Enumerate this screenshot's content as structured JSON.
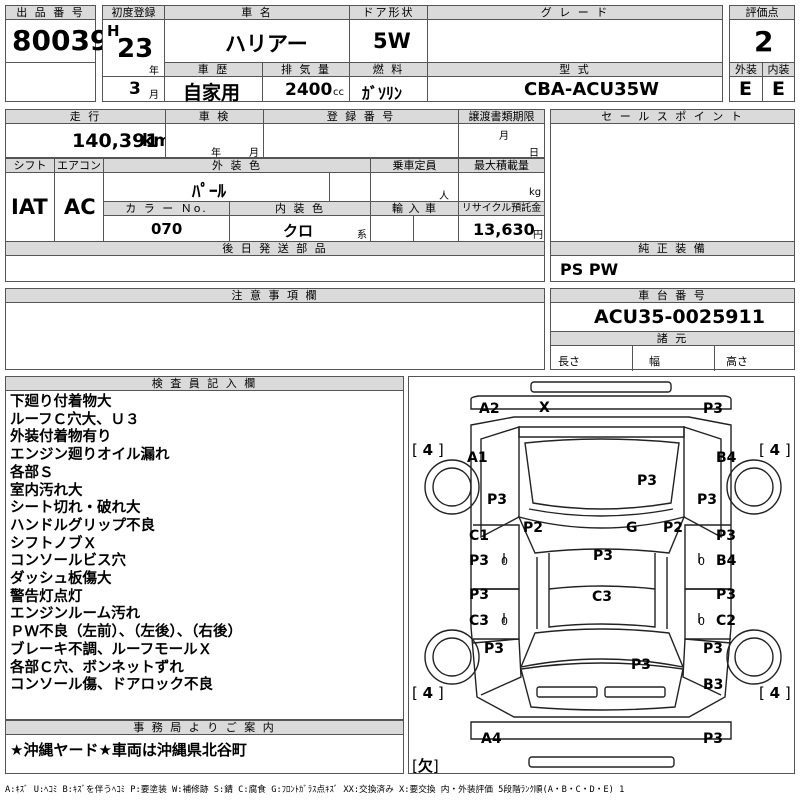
{
  "header": {
    "lot_label": "出 品 番 号",
    "lot": "80039",
    "first_reg_label": "初度登録",
    "era": "H",
    "year": "23",
    "year_unit": "年",
    "month": "3",
    "month_unit": "月",
    "name_label": "車 名",
    "name": "ハリアー",
    "door_label": "ドア形状",
    "door": "5W",
    "grade_label": "グ レ ー ド",
    "grade": "",
    "score_label": "評価点",
    "score": "2",
    "history_label": "車 歴",
    "history": "自家用",
    "displacement_label": "排 気 量",
    "displacement": "2400",
    "displacement_unit": "cc",
    "fuel_label": "燃 料",
    "fuel": "ｶﾞｿﾘﾝ",
    "model_label": "型 式",
    "model": "CBA-ACU35W",
    "ext_label": "外装",
    "ext": "E",
    "int_label": "内装",
    "int": "E"
  },
  "row2": {
    "mileage_label": "走 行",
    "mileage": "140,391",
    "mileage_unit": "km",
    "inspection_label": "車 検",
    "insp_year_unit": "年",
    "insp_month_unit": "月",
    "reg_label": "登 録 番 号",
    "transfer_label": "譲渡書類期限",
    "transfer_month_unit": "月",
    "transfer_day_unit": "日",
    "sales_point_label": "セ ー ル ス ポ イ ン ト"
  },
  "row3": {
    "shift_label": "シフト",
    "shift": "IAT",
    "ac_label": "エアコン",
    "ac": "AC",
    "color_label": "外 装 色",
    "color": "ﾊﾟｰﾙ",
    "capacity_label": "乗車定員",
    "capacity_unit": "人",
    "load_label": "最大積載量",
    "load_unit": "kg",
    "color_no_label": "カ ラ ー Ｎo.",
    "color_no": "070",
    "int_color_label": "内 装 色",
    "int_color": "クロ",
    "int_color_unit": "系",
    "import_label": "輸 入 車",
    "recycle_label": "リサイクル預託金",
    "recycle": "13,630",
    "recycle_unit": "円"
  },
  "parts_label": "後 日 発 送 部 品",
  "genuine_label": "純 正 装 備",
  "genuine": "PS PW",
  "notes_label": "注 意 事 項 欄",
  "chassis_label": "車 台 番 号",
  "chassis": "ACU35-0025911",
  "specs_label": "諸 元",
  "length_label": "長さ",
  "width_label": "幅",
  "height_label": "高さ",
  "inspector_label": "検 査 員 記 入 欄",
  "inspector_remarks": [
    "下廻り付着物大",
    "ルーフＣ穴大、Ｕ３",
    "外装付着物有り",
    "エンジン廻りオイル漏れ",
    "各部Ｓ",
    "室内汚れ大",
    "シート切れ・破れ大",
    "ハンドルグリップ不良",
    "シフトノブＸ",
    "コンソールビス穴",
    "ダッシュ板傷大",
    "警告灯点灯",
    "エンジンルーム汚れ",
    "ＰＷ不良（左前）、（左後）、（右後）",
    "ブレーキ不調、ルーフモールＸ",
    "各部Ｃ穴、ボンネットずれ",
    "コンソール傷、ドアロック不良"
  ],
  "office_label": "事 務 局 よ り ご 案 内",
  "office_note": "★沖縄ヤード★車両は沖縄県北谷町",
  "diagram": {
    "marks": {
      "a2": "A2",
      "x_front": "X",
      "p3_fr": "P3",
      "tire_fl": "4",
      "tire_fr": "4",
      "tire_rl": "4",
      "tire_rr": "4",
      "a1": "A1",
      "b4_r": "B4",
      "p3_hood": "P3",
      "p3_lf": "P3",
      "p3_rf": "P3",
      "p2_l": "P2",
      "g": "G",
      "p2_r": "P2",
      "c1": "C1",
      "p3_ld": "P3",
      "zero_l1": "0",
      "p3_roof": "P3",
      "zero_r1": "0",
      "p3_rd": "P3",
      "b4_rd": "B4",
      "p3_lr": "P3",
      "c3_l": "C3",
      "zero_l2": "0",
      "c3_c": "C3",
      "zero_r2": "0",
      "p3_rr": "P3",
      "c2": "C2",
      "p3_lq": "P3",
      "p3_rq": "P3",
      "p3_trunk": "P3",
      "b3": "B3",
      "a4": "A4",
      "p3_rear": "P3",
      "missing": "欠"
    }
  },
  "legend": "A:ｷｽﾞ U:ﾍｺﾐ B:ｷｽﾞを伴うﾍｺﾐ P:要塗装 W:補修跡 S:錆 C:腐食 G:ﾌﾛﾝﾄｶﾞﾗｽ点ｷｽﾞ XX:交換済み X:要交換 内・外装評価 5段階ﾗﾝｸ順(A・B・C・D・E) 1"
}
